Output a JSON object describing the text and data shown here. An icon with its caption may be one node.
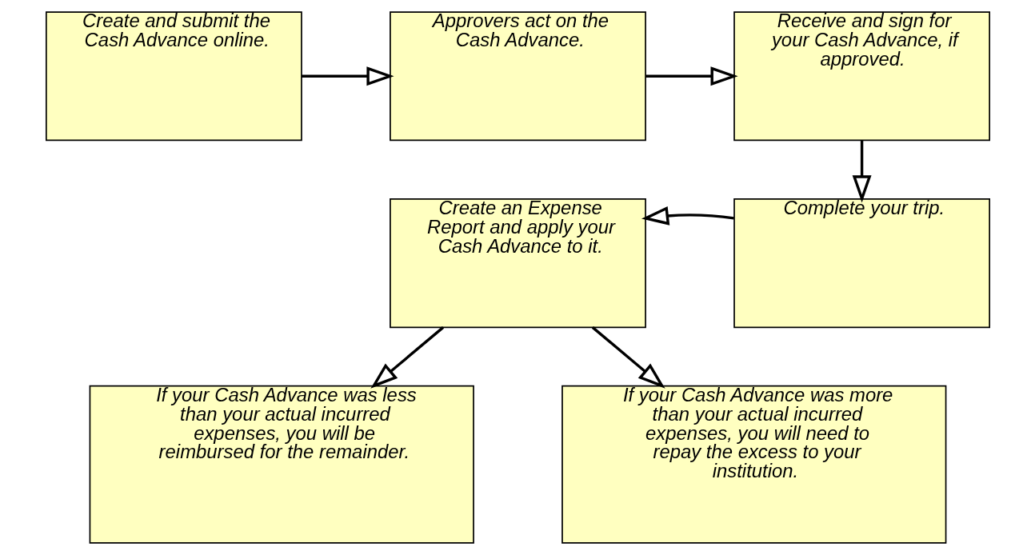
{
  "diagram": {
    "nodes": [
      {
        "text": [
          "Create and submit the Cash Advance online."
        ]
      },
      {
        "text": [
          "Approvers act on the Cash Advance."
        ]
      },
      {
        "text": [
          "Receive and sign for your Cash Advance, if approved."
        ]
      },
      {
        "text": [
          "Complete your trip."
        ]
      },
      {
        "text": [
          "Create an Expense Report and apply your Cash Advance to it."
        ]
      },
      {
        "text": [
          "If your Cash Advance was less than your actual incurred expenses, you will be reimbursed for the remainder."
        ]
      },
      {
        "text": [
          "If your Cash Advance was more than your actual incurred expenses, you will need to repay the excess to your institution."
        ]
      }
    ],
    "edges": [
      {
        "from": 0,
        "to": 1,
        "arrow": "to"
      },
      {
        "from": 1,
        "to": 2,
        "arrow": "to"
      },
      {
        "from": 2,
        "to": 3,
        "arrow": "to"
      },
      {
        "from": 3,
        "to": 4,
        "arrow": "to"
      },
      {
        "from": 4,
        "to": 5,
        "arrow": "to"
      },
      {
        "from": 4,
        "to": 6,
        "arrow": "to"
      }
    ]
  }
}
